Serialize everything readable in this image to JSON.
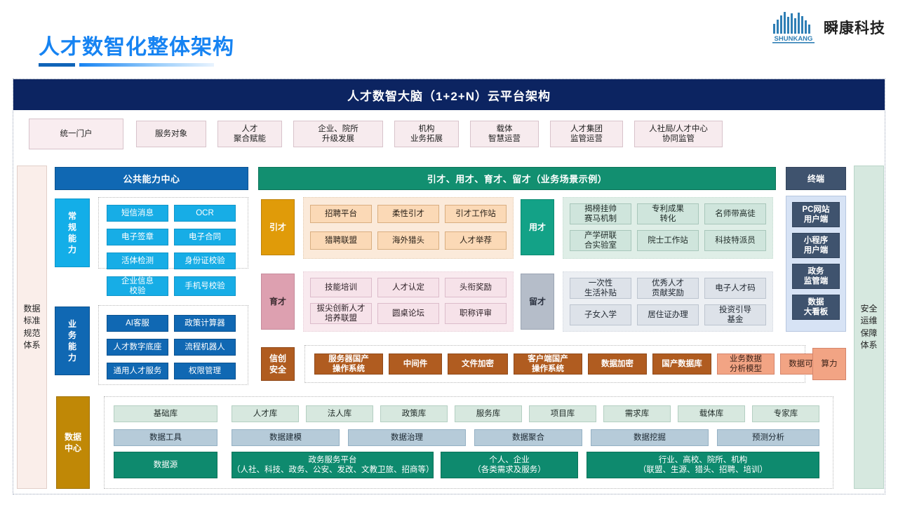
{
  "header": {
    "title": "人才数智化整体架构",
    "logo_name": "瞬康科技",
    "logo_wordmark": "SHUNKANG"
  },
  "banner": {
    "text": "人才数智大脑（1+2+N）云平台架构"
  },
  "service_row": [
    {
      "label": "统一门户"
    },
    {
      "label": "服务对象"
    },
    {
      "line1": "人才",
      "line2": "聚合赋能"
    },
    {
      "line1": "企业、院所",
      "line2": "升级发展"
    },
    {
      "line1": "机构",
      "line2": "业务拓展"
    },
    {
      "line1": "载体",
      "line2": "智慧运营"
    },
    {
      "line1": "人才集团",
      "line2": "监管运营"
    },
    {
      "line1": "人社局/人才中心",
      "line2": "协同监管"
    }
  ],
  "left_rail": {
    "label": "数据标准规范体系",
    "lines": [
      "数据",
      "标准",
      "规范",
      "体系"
    ]
  },
  "right_rail": {
    "label": "安全运维保障体系",
    "lines": [
      "安全",
      "运维",
      "保障",
      "体系"
    ]
  },
  "headers": {
    "public_capability": "公共能力中心",
    "business_scene": "引才、用才、育才、留才（业务场景示例）",
    "terminal": "终端"
  },
  "capability": {
    "regular": {
      "label": "常规能力",
      "items": [
        "短信消息",
        "OCR",
        "电子签章",
        "电子合同",
        "活体检测",
        "身份证校验",
        "企业信息校验",
        "手机号校验"
      ]
    },
    "business": {
      "label": "业务能力",
      "items": [
        "AI客服",
        "政策计算器",
        "人才数字底座",
        "流程机器人",
        "通用人才服务",
        "权限管理"
      ]
    }
  },
  "scenes": {
    "attract": {
      "label": "引才",
      "items": [
        "招聘平台",
        "柔性引才",
        "引才工作站",
        "猎聘联盟",
        "海外猎头",
        "人才举荐"
      ]
    },
    "employ": {
      "label": "用才",
      "items": [
        "揭榜挂帅赛马机制",
        "专利成果转化",
        "名师带高徒",
        "产学研联合实验室",
        "院士工作站",
        "科技特派员"
      ]
    },
    "cultivate": {
      "label": "育才",
      "items": [
        "技能培训",
        "人才认定",
        "头衔奖励",
        "拔尖创新人才培养联盟",
        "圆桌论坛",
        "职称评审"
      ]
    },
    "retain": {
      "label": "留才",
      "items": [
        "一次性生活补贴",
        "优秀人才贡献奖励",
        "电子人才码",
        "子女入学",
        "居住证办理",
        "投资引导基金"
      ]
    }
  },
  "security": {
    "label": "信创安全",
    "items": [
      {
        "label": "服务器国产操作系统",
        "style": "brown"
      },
      {
        "label": "中间件",
        "style": "brown"
      },
      {
        "label": "文件加密",
        "style": "brown"
      },
      {
        "label": "客户端国产操作系统",
        "style": "brown"
      },
      {
        "label": "数据加密",
        "style": "brown"
      },
      {
        "label": "国产数据库",
        "style": "brown"
      },
      {
        "label": "业务数据分析模型",
        "style": "salmon"
      },
      {
        "label": "数据可视化",
        "style": "salmon"
      }
    ],
    "compute": "算力"
  },
  "terminals": [
    "PC网站用户端",
    "小程序用户端",
    "政务监管端",
    "数据大看板"
  ],
  "data_center": {
    "label": "数据中心",
    "repositories": [
      "基础库",
      "人才库",
      "法人库",
      "政策库",
      "服务库",
      "项目库",
      "需求库",
      "载体库",
      "专家库"
    ],
    "capabilities": [
      "数据工具",
      "数据建模",
      "数据治理",
      "数据聚合",
      "数据挖掘",
      "预测分析"
    ],
    "sources": [
      {
        "line1": "数据源",
        "line2": ""
      },
      {
        "line1": "政务服务平台",
        "line2": "（人社、科技、政务、公安、发改、文教卫旅、招商等）"
      },
      {
        "line1": "个人、企业",
        "line2": "（各类需求及服务）"
      },
      {
        "line1": "行业、高校、院所、机构",
        "line2": "（联盟、生源、猎头、招聘、培训）"
      }
    ]
  },
  "colors": {
    "brand_blue": "#1683f2",
    "banner_navy": "#0c2461",
    "green": "#128f70",
    "gold": "#c08806",
    "brown": "#b05c20"
  }
}
